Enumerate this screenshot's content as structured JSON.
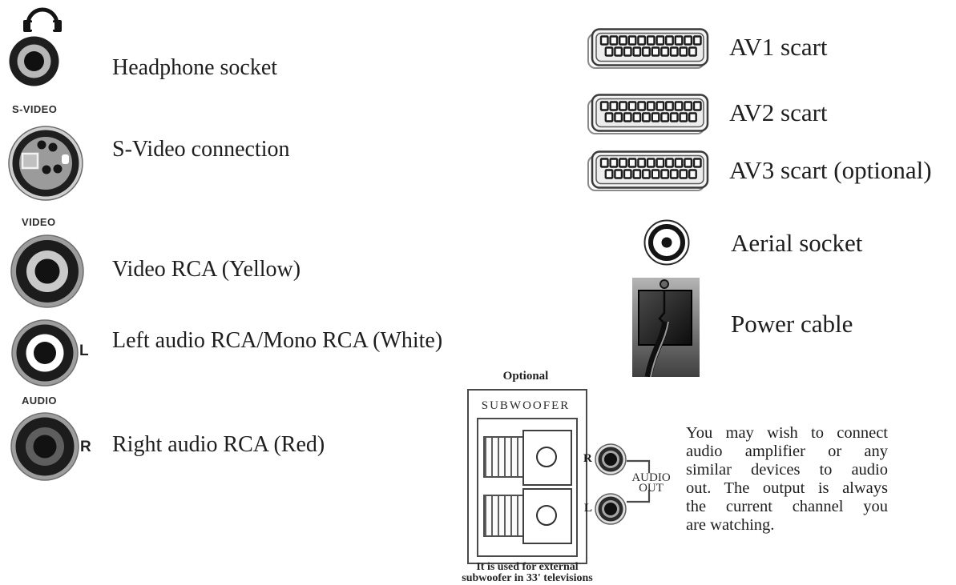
{
  "page": {
    "background": "#ffffff",
    "text_color": "#1f1f1f",
    "line_color": "#4a4a4a"
  },
  "left_items": [
    {
      "icon": "headphone-socket",
      "tag": "",
      "letter": "",
      "label": "Headphone socket"
    },
    {
      "icon": "s-video-connector",
      "tag": "S-VIDEO",
      "letter": "",
      "label": "S-Video connection"
    },
    {
      "icon": "rca-connector",
      "tag": "VIDEO",
      "letter": "",
      "label": "Video RCA (Yellow)",
      "ring": "#c9c9c9"
    },
    {
      "icon": "rca-connector",
      "tag": "",
      "letter": "L",
      "label": "Left audio RCA/Mono RCA (White)",
      "ring": "#ffffff"
    },
    {
      "icon": "rca-connector",
      "tag": "AUDIO",
      "letter": "R",
      "label": "Right audio RCA (Red)",
      "ring": "#5e5e5e"
    }
  ],
  "right_items": [
    {
      "icon": "scart-connector",
      "label": "AV1 scart"
    },
    {
      "icon": "scart-connector",
      "label": "AV2 scart"
    },
    {
      "icon": "scart-connector",
      "label": "AV3 scart (optional)"
    },
    {
      "icon": "aerial-socket",
      "label": "Aerial socket"
    },
    {
      "icon": "power-cable",
      "label": "Power cable"
    }
  ],
  "subwoofer": {
    "optional_label": "Optional",
    "title": "SUBWOOFER",
    "caption": [
      "It is used for external",
      "subwoofer in 33' televisions"
    ],
    "audio_out": {
      "right_letter": "R",
      "left_letter": "L",
      "label": [
        "AUDIO",
        "OUT"
      ]
    }
  },
  "note": {
    "lines": [
      "You may wish to connect",
      "audio amplifier or any",
      "similar devices to audio",
      "out. The output is always",
      "the current channel you",
      "are watching."
    ]
  }
}
